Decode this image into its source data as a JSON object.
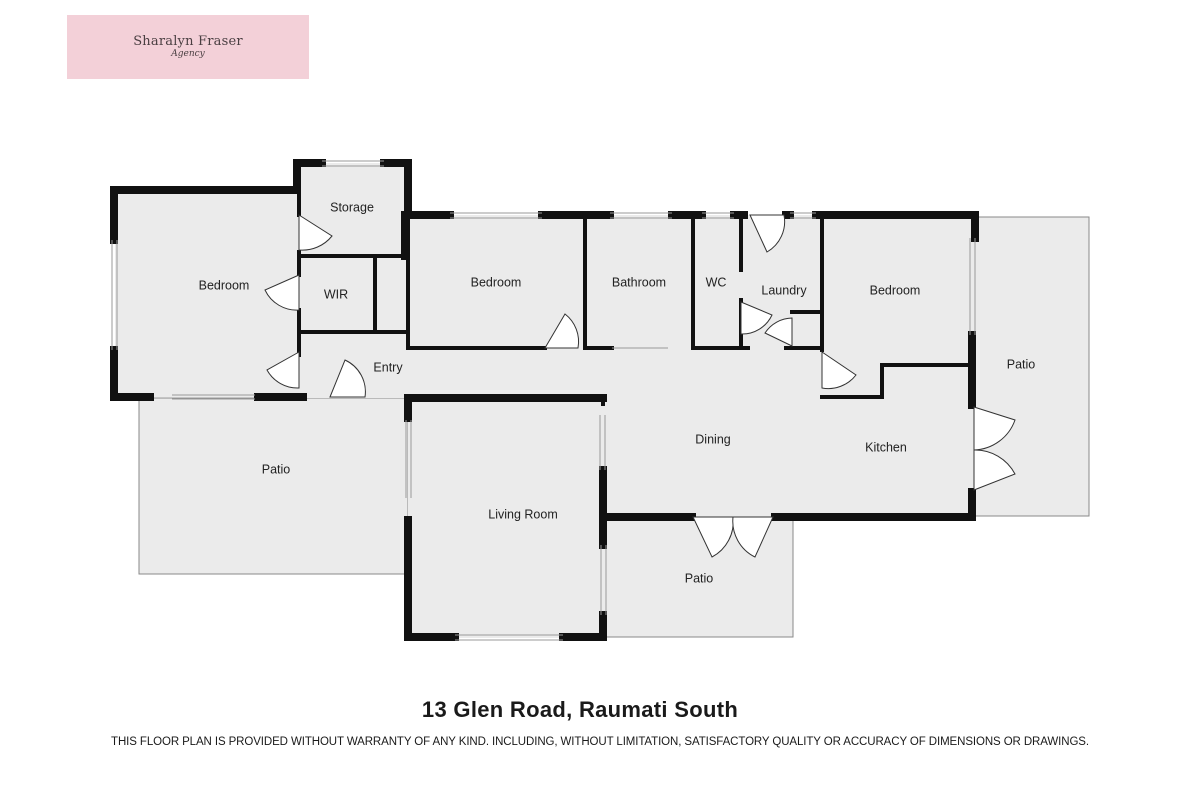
{
  "brand": {
    "name": "Sharalyn Fraser",
    "subtitle": "Agency",
    "background_color": "#f3d0d8"
  },
  "floor_plan": {
    "rooms": {
      "bedroom_1": "Bedroom",
      "storage": "Storage",
      "wir": "WIR",
      "bedroom_2": "Bedroom",
      "bathroom": "Bathroom",
      "wc": "WC",
      "laundry": "Laundry",
      "bedroom_3": "Bedroom",
      "entry": "Entry",
      "dining": "Dining",
      "kitchen": "Kitchen",
      "living_room": "Living Room",
      "patio_west": "Patio",
      "patio_south": "Patio",
      "patio_east": "Patio"
    },
    "colors": {
      "wall": "#111111",
      "floor": "#ebebeb",
      "patio": "#ebebeb"
    }
  },
  "address": "13 Glen Road, Raumati South",
  "disclaimer": "THIS FLOOR PLAN IS PROVIDED WITHOUT WARRANTY OF ANY KIND. INCLUDING, WITHOUT LIMITATION,  SATISFACTORY QUALITY OR ACCURACY OF DIMENSIONS OR DRAWINGS."
}
